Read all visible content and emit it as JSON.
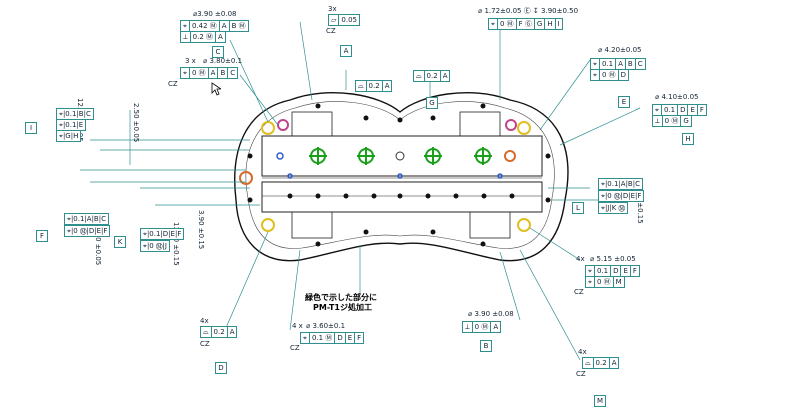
{
  "colors": {
    "leader": "#2f8f8f",
    "outline": "#111111",
    "datum_green": "#1aa01a",
    "hole_orange": "#d86a2a",
    "hole_blue": "#2d5fd0",
    "hole_pink": "#c0458a",
    "hole_yellow": "#e0c020"
  },
  "callouts": {
    "top_left_dim": "⌀3.90 ±0.08",
    "top_left_fcf1": [
      "⌖",
      "0.42 Ⓜ",
      "A",
      "B Ⓜ"
    ],
    "top_left_fcf2": [
      "⟂",
      "0.2 Ⓜ",
      "A"
    ],
    "top_left_datum": "C",
    "mid_left_qty": "3 x",
    "mid_left_dim": "⌀ 3.80±0.1",
    "mid_left_fcf": [
      "⌖",
      "0 Ⓜ",
      "A",
      "B",
      "C"
    ],
    "mid_left_cz": "CZ",
    "top_center_qty": "3x",
    "top_center_fcf": [
      "⏥",
      "0.05"
    ],
    "top_center_cz": "CZ",
    "top_center_datum": "A",
    "top_center2_fcf": [
      "⌓",
      "0.2",
      "A"
    ],
    "top_center2_datum": "G",
    "top_right_dim": "⌀ 1.72±0.05 Ⓔ  ↧ 3.90±0.50",
    "top_right_fcf": [
      "⌖",
      "0 Ⓜ",
      "F Ⓖ",
      "G",
      "H",
      "I"
    ],
    "right1_dim": "⌀ 4.20±0.05",
    "right1_fcf1": [
      "⌖",
      "0.1",
      "A",
      "B",
      "C"
    ],
    "right1_fcf2": [
      "⌖",
      "0 Ⓜ",
      "D"
    ],
    "right1_datum": "E",
    "right2_dim": "⌀ 4.10±0.05",
    "right2_fcf1": [
      "⌖",
      "0.1",
      "D",
      "E",
      "F"
    ],
    "right2_fcf2": [
      "⟂",
      "0 Ⓜ",
      "G"
    ],
    "right2_datum": "H",
    "left_vert_dim1": "12.50 ±0.05",
    "left_vert_dim2": "2.50 ±0.05",
    "left_fcf_rows": [
      "⌖|0.1|B|C",
      "⌖|0.1|E",
      "⌖|G|H"
    ],
    "left_datum_I": "I",
    "left2_vert_dim": "4.20 ±0.05",
    "left2_fcf_rows": [
      "⌖|0.1|A|B|C",
      "⌖|0 Ⓜ|D|E|F"
    ],
    "left2_datum_F": "F",
    "left3_vert_dim1": "13.10 ±0.15",
    "left3_vert_dim2": "3.90 ±0.15",
    "left3_fcf_rows": [
      "⌖|0.1|D|E|F",
      "⌖|0 Ⓜ|J"
    ],
    "left3_datum_K": "K",
    "right3_vert_dim": "10.00 ±0.15",
    "right3_fcf_rows": [
      "⌖|0.1|A|B|C",
      "⌖|0 Ⓜ|D|E|F",
      "⌖|J|K Ⓜ"
    ],
    "right3_datum_L": "L",
    "right4_qty": "4x",
    "right4_dim": "⌀ 5.15 ±0.05",
    "right4_fcf1": [
      "⌖",
      "0.1",
      "D",
      "E",
      "F"
    ],
    "right4_fcf2": [
      "⌖",
      "0 Ⓜ",
      "M"
    ],
    "right4_cz": "CZ",
    "bottom_center_dim": "⌀ 3.90 ±0.08",
    "bottom_center_fcf": [
      "⟂",
      "0 Ⓜ",
      "A"
    ],
    "bottom_center_datum": "B",
    "bottom_left_qty": "4x",
    "bottom_left_fcf": [
      "⌓",
      "0.2",
      "A"
    ],
    "bottom_left_cz": "CZ",
    "bottom_left_datum": "D",
    "bottom_left2_qty": "4 x",
    "bottom_left2_dim": "⌀ 3.60±0.1",
    "bottom_left2_fcf": [
      "⌖",
      "0.1 Ⓜ",
      "D",
      "E",
      "F"
    ],
    "bottom_left2_cz": "CZ",
    "bottom_right_qty": "4x",
    "bottom_right_fcf": [
      "⌓",
      "0.2",
      "A"
    ],
    "bottom_right_cz": "CZ",
    "bottom_right_datum": "M",
    "note_line1": "緑色で示した部分に",
    "note_line2": "PM-T1ジ処加工"
  }
}
